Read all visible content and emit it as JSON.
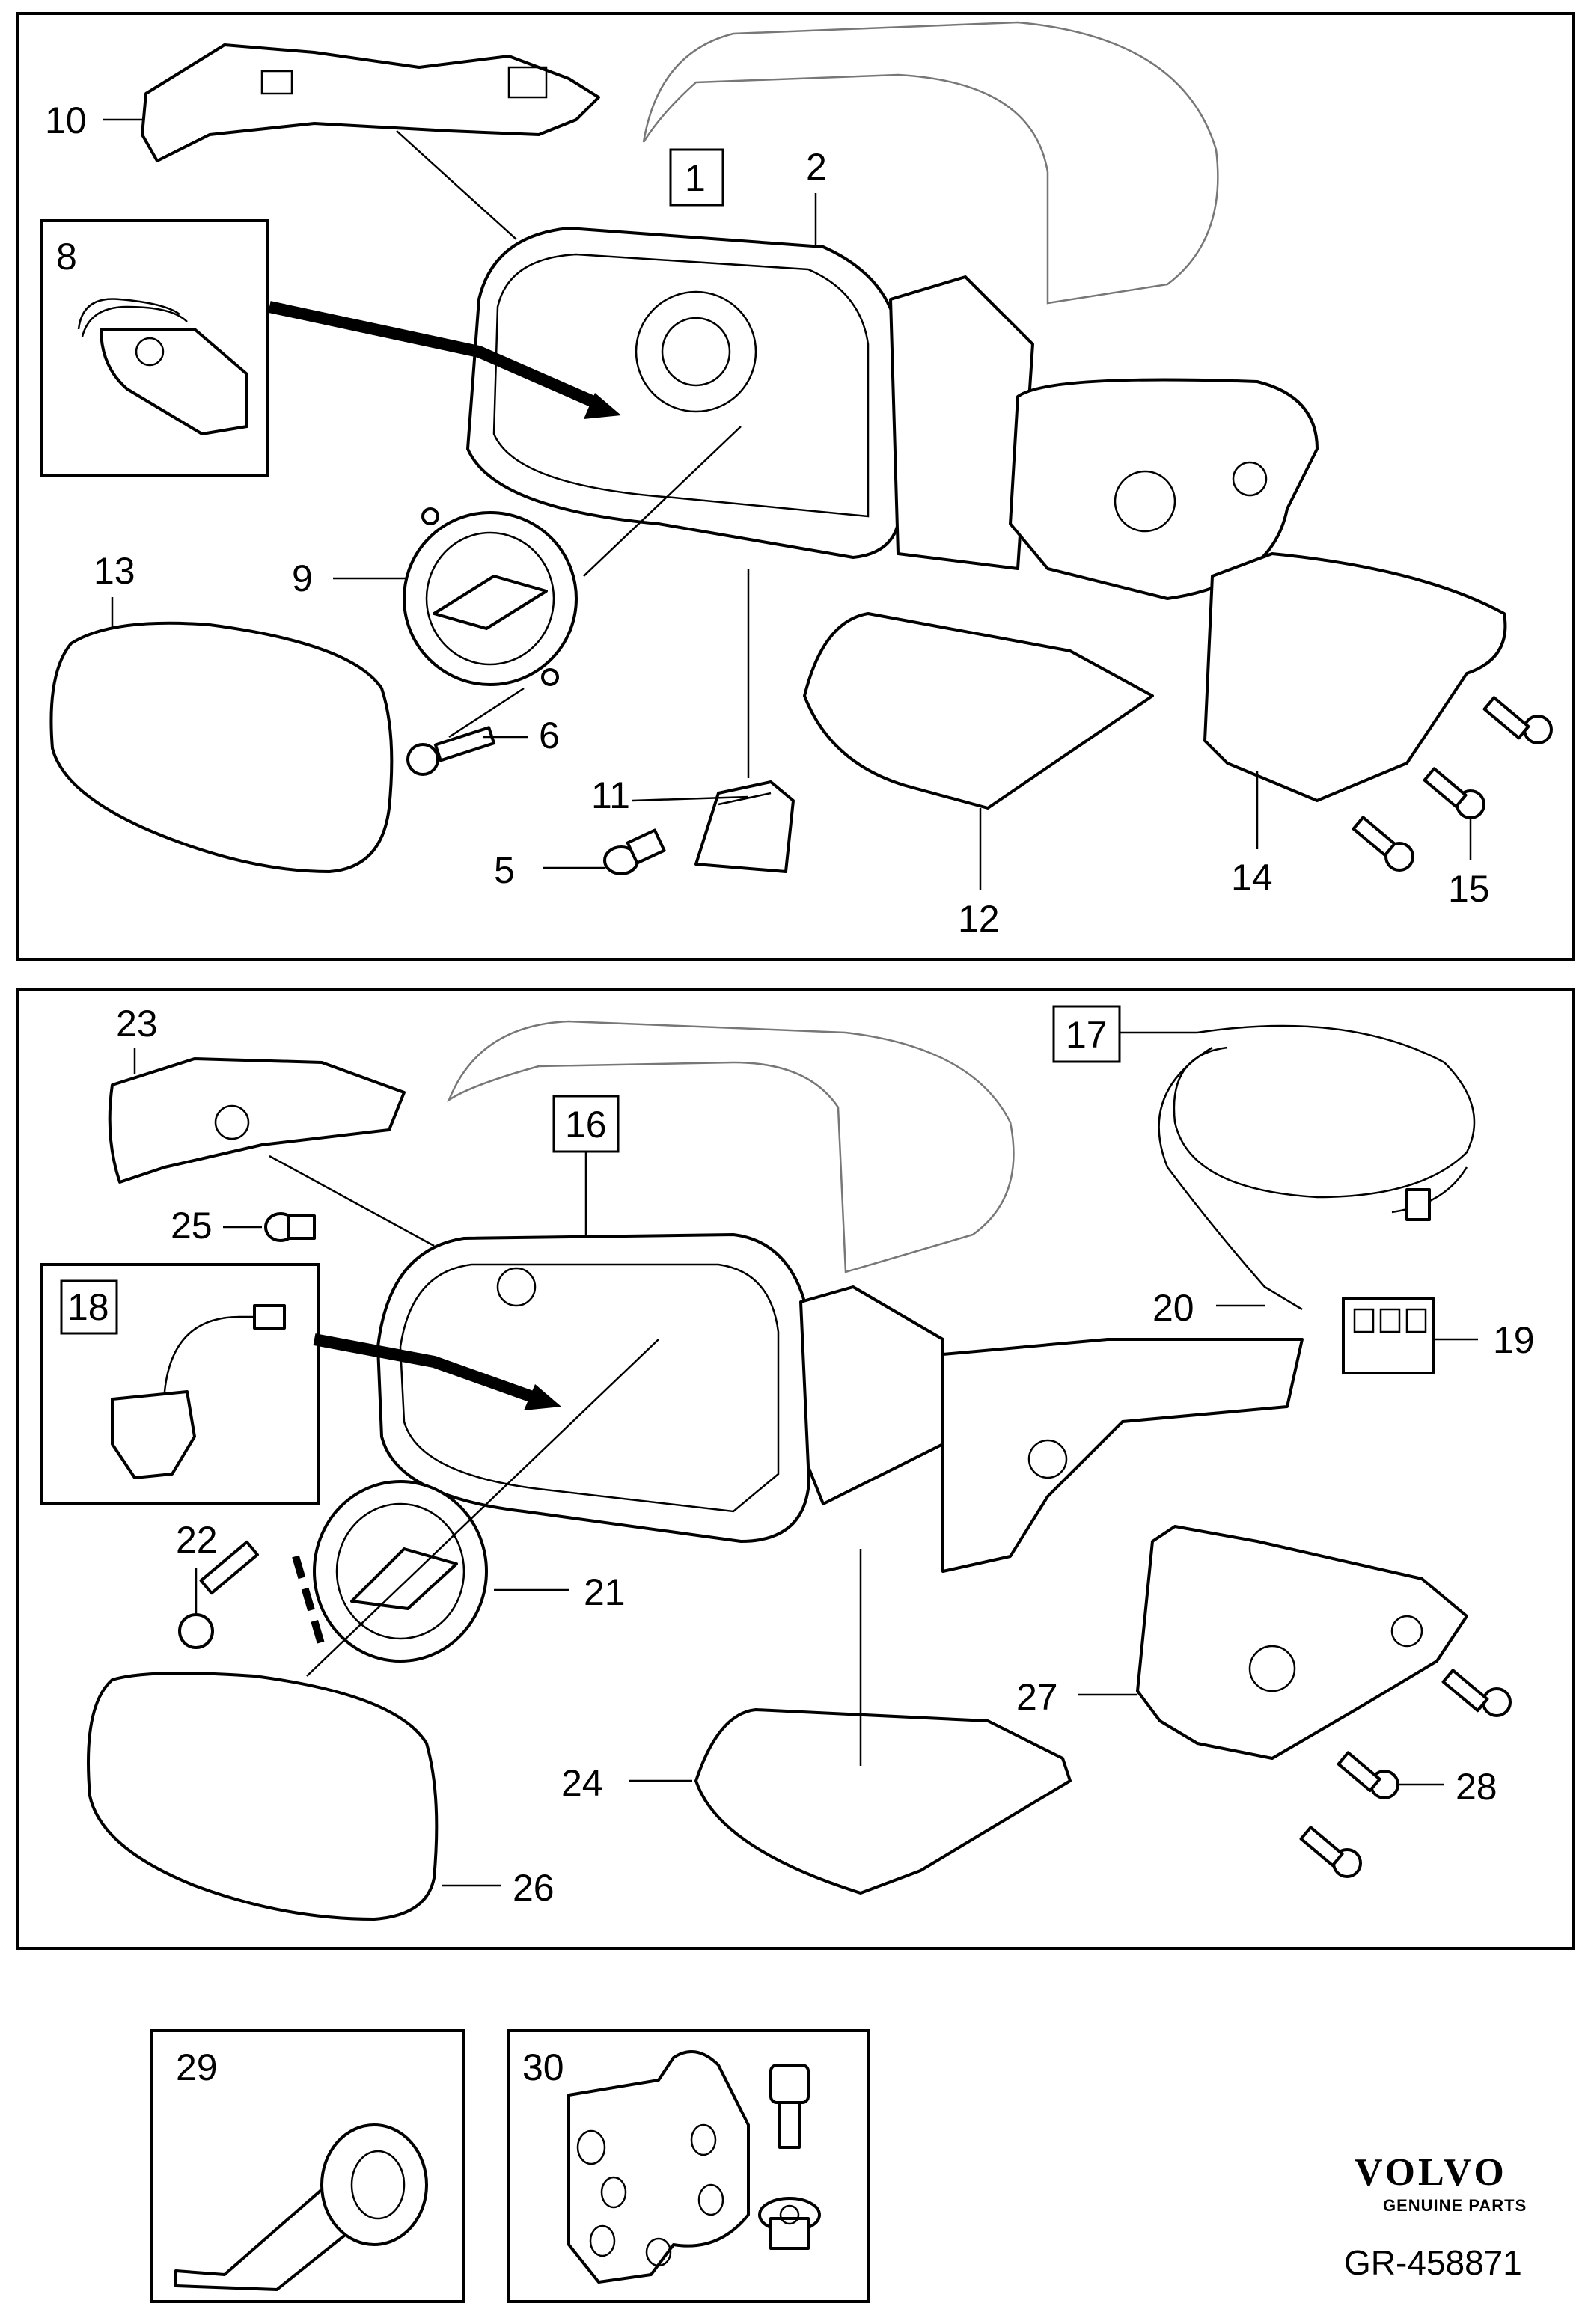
{
  "panel_top": {
    "callouts": [
      "10",
      "1",
      "2",
      "6",
      "13",
      "8",
      "9",
      "11",
      "5",
      "12",
      "14",
      "15"
    ]
  },
  "panel_bottom": {
    "callouts": [
      "23",
      "16",
      "17",
      "25",
      "18",
      "20",
      "19",
      "22",
      "21",
      "27",
      "28",
      "24",
      "26"
    ]
  },
  "accessories": {
    "callouts": [
      "29",
      "30"
    ]
  },
  "brand": {
    "name": "VOLVO",
    "tagline": "GENUINE PARTS"
  },
  "reference": "GR-458871"
}
